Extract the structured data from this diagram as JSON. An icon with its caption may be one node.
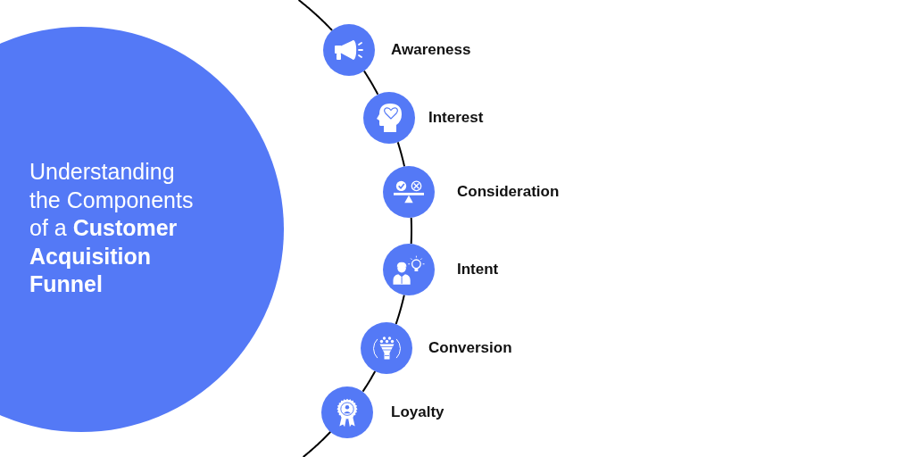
{
  "diagram": {
    "nodes": [
      {
        "text": [
          "Understanding the Components of a **Customer Acquisition Funnel**"
        ]
      },
      {
        "text": [],
        "shape": "circle",
        "beside": [
          "Awareness"
        ]
      },
      {
        "text": [],
        "shape": "circle",
        "beside": [
          "Interest"
        ]
      },
      {
        "text": [],
        "shape": "circle",
        "beside": [
          "Consideration"
        ]
      },
      {
        "text": [],
        "shape": "circle",
        "beside": [
          "Intent"
        ]
      },
      {
        "text": [],
        "shape": "circle",
        "beside": [
          "Conversion"
        ]
      },
      {
        "text": [],
        "shape": "circle",
        "beside": [
          "Loyalty"
        ]
      }
    ],
    "edges": [
      {
        "from": null,
        "to": 1,
        "arrow": "none"
      },
      {
        "from": 1,
        "to": 2,
        "arrow": "none"
      },
      {
        "from": 2,
        "to": 3,
        "arrow": "none"
      },
      {
        "from": 3,
        "to": 4,
        "arrow": "none"
      },
      {
        "from": 4,
        "to": 5,
        "arrow": "none"
      },
      {
        "from": 5,
        "to": 6,
        "arrow": "none"
      },
      {
        "from": 6,
        "to": null,
        "arrow": "none"
      }
    ]
  }
}
